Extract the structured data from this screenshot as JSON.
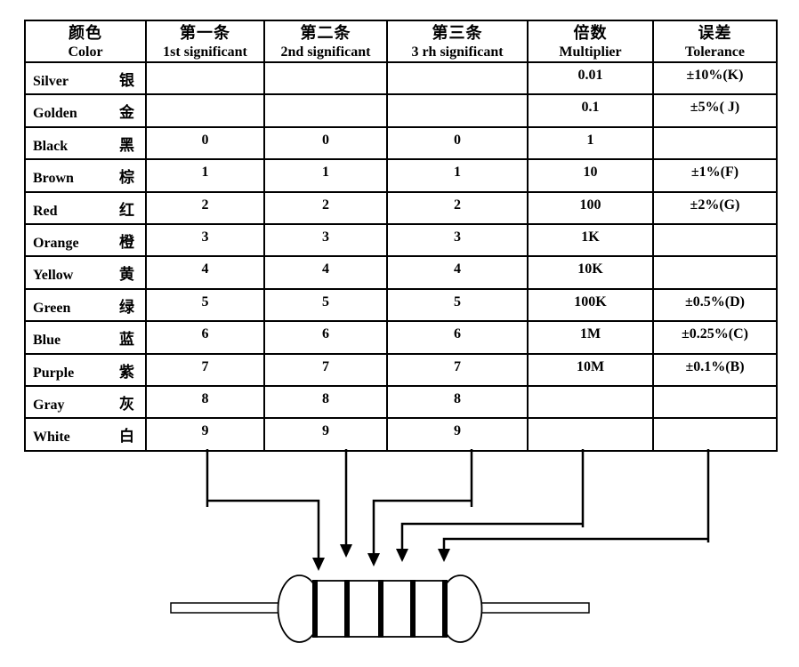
{
  "colors": {
    "background": "#ffffff",
    "line": "#000000",
    "table_border": "#000000",
    "resistor_fill": "#ffffff",
    "band_fill": "#000000"
  },
  "table": {
    "headers": [
      {
        "zh": "颜色",
        "en": "Color"
      },
      {
        "zh": "第一条",
        "en": "1st significant"
      },
      {
        "zh": "第二条",
        "en": "2nd significant"
      },
      {
        "zh": "第三条",
        "en": "3 rh significant"
      },
      {
        "zh": "倍数",
        "en": "Multiplier"
      },
      {
        "zh": "误差",
        "en": "Tolerance"
      }
    ],
    "rows": [
      {
        "en": "Silver",
        "zh": "银",
        "b1": "",
        "b2": "",
        "b3": "",
        "mult": "0.01",
        "tol": "±10%(K)"
      },
      {
        "en": "Golden",
        "zh": "金",
        "b1": "",
        "b2": "",
        "b3": "",
        "mult": "0.1",
        "tol": "±5%( J)"
      },
      {
        "en": "Black",
        "zh": "黑",
        "b1": "0",
        "b2": "0",
        "b3": "0",
        "mult": "1",
        "tol": ""
      },
      {
        "en": "Brown",
        "zh": "棕",
        "b1": "1",
        "b2": "1",
        "b3": "1",
        "mult": "10",
        "tol": "±1%(F)"
      },
      {
        "en": "Red",
        "zh": "红",
        "b1": "2",
        "b2": "2",
        "b3": "2",
        "mult": "100",
        "tol": "±2%(G)"
      },
      {
        "en": "Orange",
        "zh": "橙",
        "b1": "3",
        "b2": "3",
        "b3": "3",
        "mult": "1K",
        "tol": ""
      },
      {
        "en": "Yellow",
        "zh": "黄",
        "b1": "4",
        "b2": "4",
        "b3": "4",
        "mult": "10K",
        "tol": ""
      },
      {
        "en": "Green",
        "zh": "绿",
        "b1": "5",
        "b2": "5",
        "b3": "5",
        "mult": "100K",
        "tol": "±0.5%(D)"
      },
      {
        "en": "Blue",
        "zh": "蓝",
        "b1": "6",
        "b2": "6",
        "b3": "6",
        "mult": "1M",
        "tol": "±0.25%(C)"
      },
      {
        "en": "Purple",
        "zh": "紫",
        "b1": "7",
        "b2": "7",
        "b3": "7",
        "mult": "10M",
        "tol": "±0.1%(B)"
      },
      {
        "en": "Gray",
        "zh": "灰",
        "b1": "8",
        "b2": "8",
        "b3": "8",
        "mult": "",
        "tol": ""
      },
      {
        "en": "White",
        "zh": "白",
        "b1": "9",
        "b2": "9",
        "b3": "9",
        "mult": "",
        "tol": ""
      }
    ]
  },
  "diagram": {
    "band_count": 5,
    "bands": [
      "1st-significant-band",
      "2nd-significant-band",
      "3rd-significant-band",
      "multiplier-band",
      "tolerance-band"
    ]
  }
}
